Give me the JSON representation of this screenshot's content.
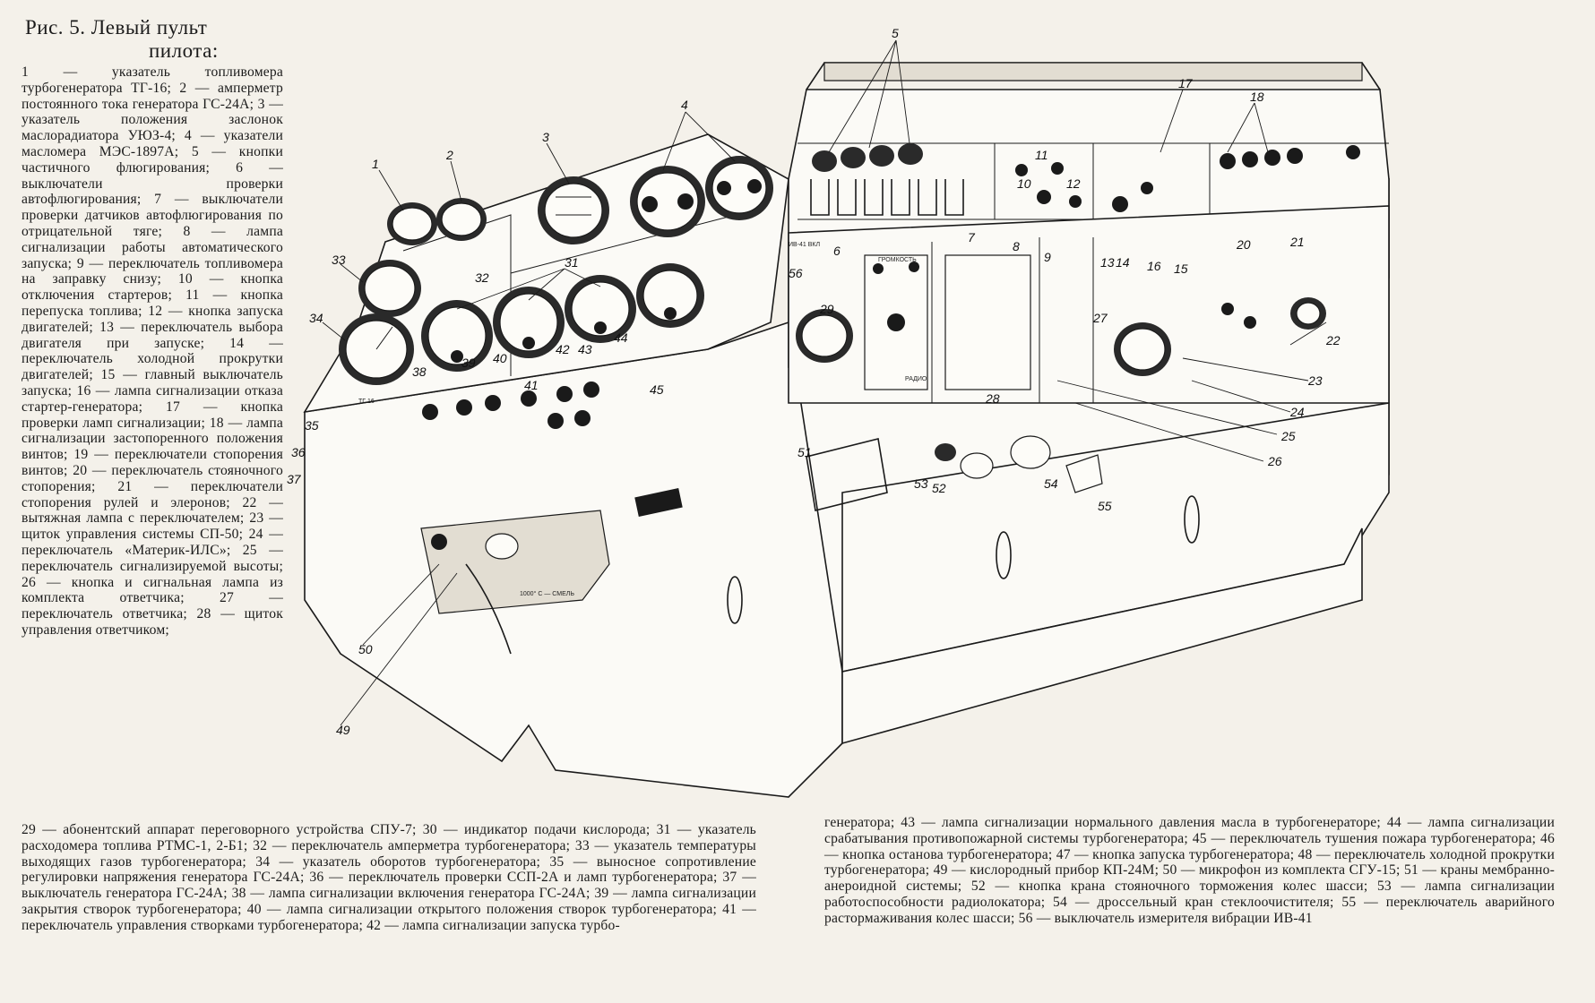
{
  "figure": {
    "title_line1": "Рис.  5.  Левый  пульт",
    "title_line2": "пилота:"
  },
  "legend": {
    "left_column": "1 — указатель топливомера турбогенератора ТГ-16; 2 — амперметр постоянного тока генератора ГС-24А; 3 — указатель положения заслонок маслорадиатора УЮЗ-4; 4 — указатели масломера МЭС-1897А; 5 — кнопки частичного флюгирования; 6 — выключатели проверки автофлюгирования; 7 — выключатели проверки датчиков автофлюгирования по отрицательной тяге; 8 — лампа сигнализации работы автоматического запуска; 9 — переключатель топливомера на заправку снизу; 10 — кнопка отключения стартеров; 11 — кнопка перепуска топлива; 12 — кнопка запуска двигателей; 13 — переключатель выбора двигателя при запуске; 14 — переключатель холодной прокрутки двигателей; 15 — главный выключатель запуска; 16 — лампа сигнализации отказа стартер-генератора; 17 — кнопка проверки ламп сигнализации; 18 — лампа сигнализации застопоренного положения винтов; 19 — переключатели стопорения винтов; 20 — переключатель стояночного стопорения; 21 — переключатели стопорения рулей и элеронов; 22 — вытяжная лампа с переключателем; 23 — щиток управления системы СП-50; 24 — переключатель «Материк-ИЛС»; 25 — переключатель сигнализируемой высоты; 26 — кнопка и сигнальная лампа из комплекта ответчика; 27 — переключатель ответчика; 28 — щиток управления ответчиком;",
    "bottom_left": "29 — абонентский аппарат переговорного устройства СПУ-7; 30 — индикатор подачи кислорода; 31 — указатель расходомера топлива РТМС-1, 2-Б1; 32 — переключатель амперметра турбогенератора; 33 — указатель температуры выходящих газов турбогенератора; 34 — указатель оборотов турбогенератора; 35 — выносное сопротивление регулировки напряжения генератора ГС-24А; 36 — переключатель проверки ССП-2А и ламп турбогенератора; 37 — выключатель генератора ГС-24А; 38 — лампа сигнализации включения генератора ГС-24А; 39 — лампа сигнализации закрытия створок турбогенератора; 40 — лампа сигнализации открытого положения створок турбогенератора; 41 — переключатель управления створками турбогенератора; 42 — лампа сигнализации запуска турбо-",
    "bottom_right": "генератора; 43 — лампа сигнализации нормального давления масла в турбогенераторе; 44 — лампа сигнализации срабатывания противопожарной системы турбогенератора; 45 — переключатель тушения пожара турбогенератора; 46 — кнопка останова турбогенератора; 47 — кнопка запуска турбогенератора; 48 — переключатель холодной прокрутки турбогенератора; 49 — кислородный прибор КП-24М; 50 — микрофон из комплекта СГУ-15; 51 — краны мембранно-анероидной системы; 52 — кнопка крана стояночного торможения колес шасси; 53 — лампа сигнализации работоспособности радиолокатора; 54 — дроссельный кран стеклоочистителя; 55 — переключатель аварийного растормаживания колес шасси; 56 — выключатель измерителя вибрации ИВ-41"
  },
  "drawing": {
    "callouts": [
      "1",
      "2",
      "3",
      "4",
      "5",
      "6",
      "7",
      "8",
      "9",
      "10",
      "11",
      "12",
      "13",
      "14",
      "15",
      "16",
      "17",
      "18",
      "20",
      "21",
      "22",
      "23",
      "24",
      "25",
      "26",
      "27",
      "28",
      "29",
      "31",
      "32",
      "33",
      "34",
      "35",
      "36",
      "37",
      "38",
      "39",
      "40",
      "41",
      "42",
      "43",
      "44",
      "45",
      "49",
      "50",
      "51",
      "52",
      "53",
      "54",
      "55",
      "56"
    ],
    "panel_labels": {
      "tg16": "ТГ 16",
      "iv41": "ИВ-41 ВКЛ",
      "gromkost": "ГРОМКОСТЬ",
      "radio": "РАДИО",
      "tormoz": "1000° С — СМЕЛЬ"
    }
  }
}
